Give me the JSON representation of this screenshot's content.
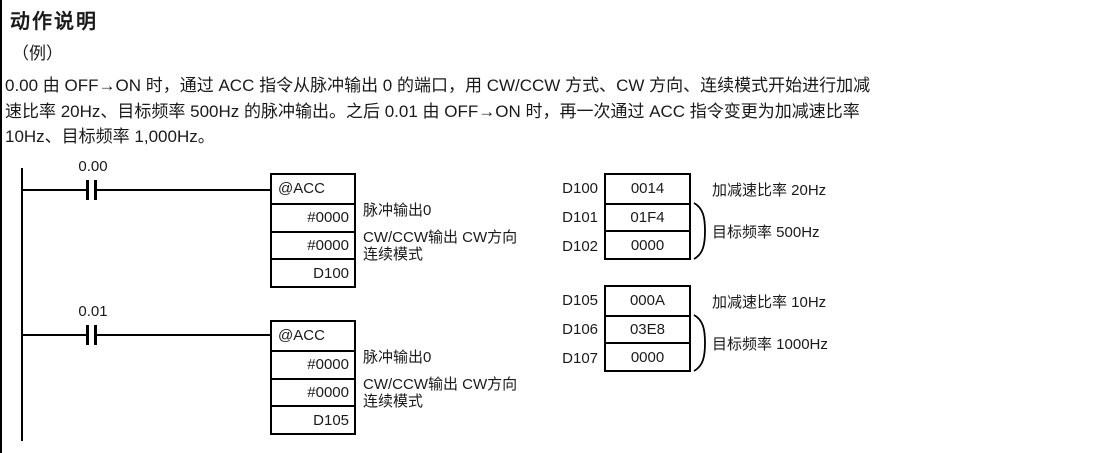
{
  "page": {
    "title": "动作说明",
    "example_label": "（例）",
    "paragraph_lines": [
      "0.00 由 OFF→ON 时，通过 ACC 指令从脉冲输出 0 的端口，用 CW/CCW 方式、CW 方向、连续模式开始进行加减",
      "速比率 20Hz、目标频率 500Hz 的脉冲输出。之后 0.01 由 OFF→ON 时，再一次通过 ACC 指令变更为加减速比率",
      "10Hz、目标频率 1,000Hz。"
    ]
  },
  "ladder": {
    "rungs": [
      {
        "contact_label": "0.00",
        "instruction": "@ACC",
        "operands": [
          "#0000",
          "#0000",
          "D100"
        ],
        "operand_notes": [
          "脉冲输出0",
          "CW/CCW输出 CW方向",
          "连续模式"
        ]
      },
      {
        "contact_label": "0.01",
        "instruction": "@ACC",
        "operands": [
          "#0000",
          "#0000",
          "D105"
        ],
        "operand_notes": [
          "脉冲输出0",
          "CW/CCW输出 CW方向",
          "连续模式"
        ]
      }
    ]
  },
  "memory_tables": [
    {
      "rows": [
        {
          "address": "D100",
          "value": "0014"
        },
        {
          "address": "D101",
          "value": "01F4"
        },
        {
          "address": "D102",
          "value": "0000"
        }
      ],
      "row1_note": "加减速比率 20Hz",
      "brace_note": "目标频率 500Hz"
    },
    {
      "rows": [
        {
          "address": "D105",
          "value": "000A"
        },
        {
          "address": "D106",
          "value": "03E8"
        },
        {
          "address": "D107",
          "value": "0000"
        }
      ],
      "row1_note": "加减速比率 10Hz",
      "brace_note": "目标频率 1000Hz"
    }
  ]
}
